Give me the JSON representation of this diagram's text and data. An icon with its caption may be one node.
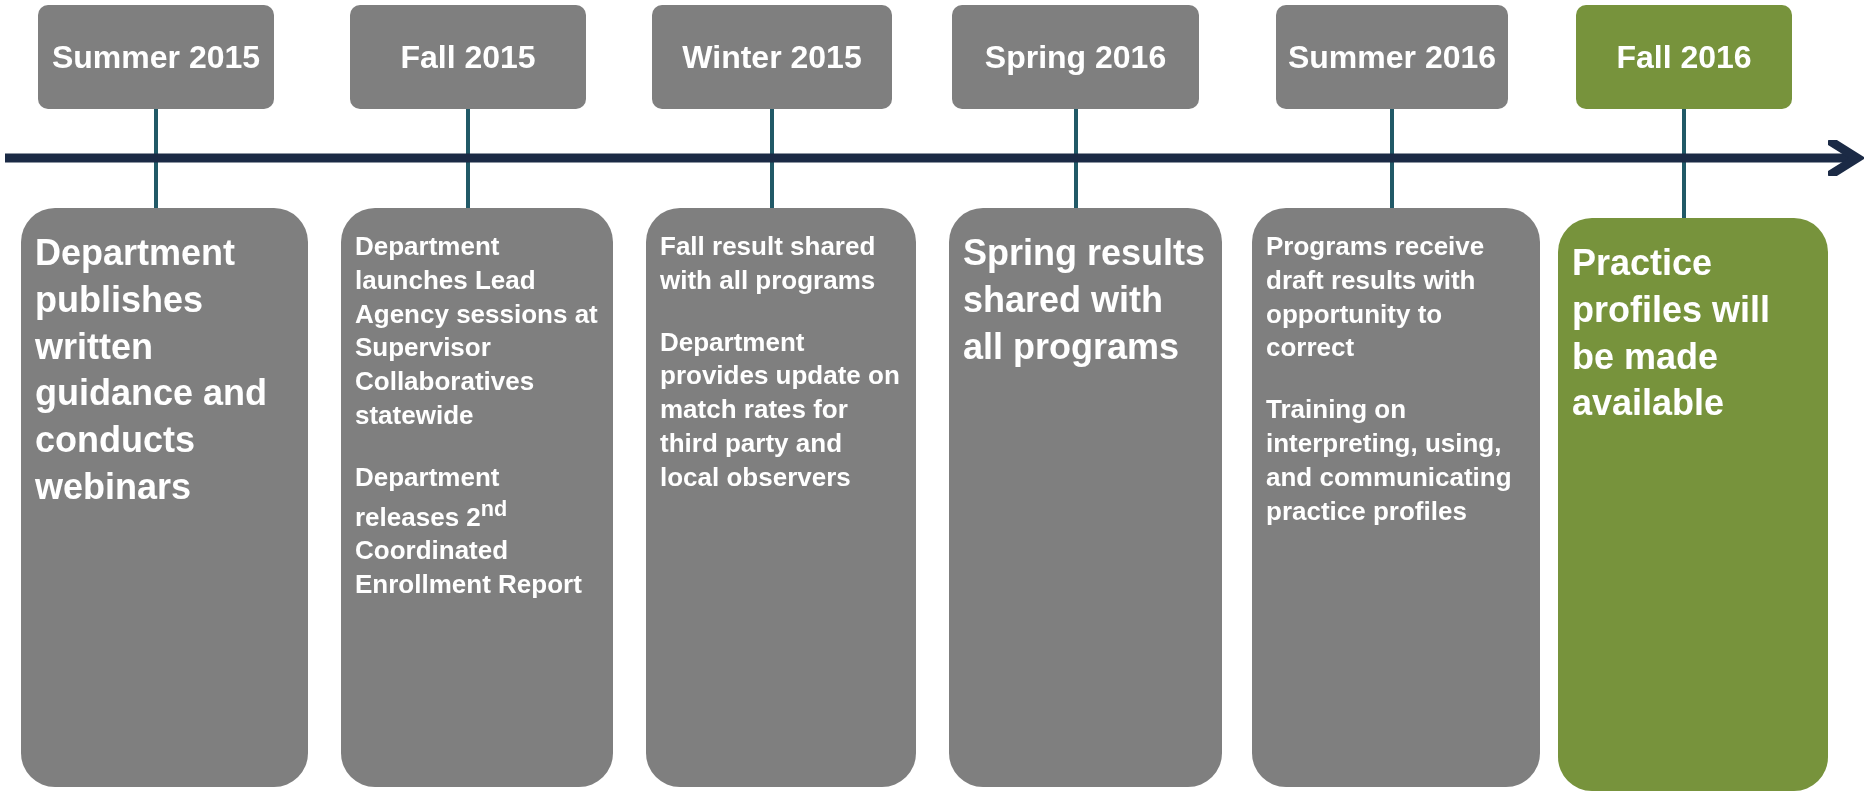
{
  "diagram": {
    "nodes": [
      {
        "text": [
          "Summer 2015"
        ]
      },
      {
        "text": [
          "Fall 2015"
        ]
      },
      {
        "text": [
          "Winter 2015"
        ]
      },
      {
        "text": [
          "Spring 2016"
        ]
      },
      {
        "text": [
          "Summer 2016"
        ]
      },
      {
        "text": [
          "Fall 2016"
        ]
      },
      {
        "text": [
          "Department publishes written guidance and conducts webinars"
        ]
      },
      {
        "text": [
          "Department launches Lead Agency sessions at Supervisor Collaboratives statewide",
          "Department releases 2$^{nd}$ Coordinated Enrollment Report"
        ]
      },
      {
        "text": [
          "Fall result shared with all programs",
          "Department provides update on match rates for third party and local observers"
        ]
      },
      {
        "text": [
          "Spring results shared with all programs"
        ]
      },
      {
        "text": [
          "Programs receive draft results with opportunity to correct",
          "Training on interpreting, using, and communicating practice profiles"
        ]
      },
      {
        "text": [
          "Practice profiles will be made available"
        ]
      }
    ],
    "edges": [
      {
        "from": 0,
        "to": 6,
        "arrow": "none"
      },
      {
        "from": 1,
        "to": 7,
        "arrow": "none"
      },
      {
        "from": 2,
        "to": 8,
        "arrow": "none"
      },
      {
        "from": 3,
        "to": 9,
        "arrow": "none"
      },
      {
        "from": 4,
        "to": 10,
        "arrow": "none"
      },
      {
        "from": 5,
        "to": 11,
        "arrow": "none"
      }
    ]
  }
}
